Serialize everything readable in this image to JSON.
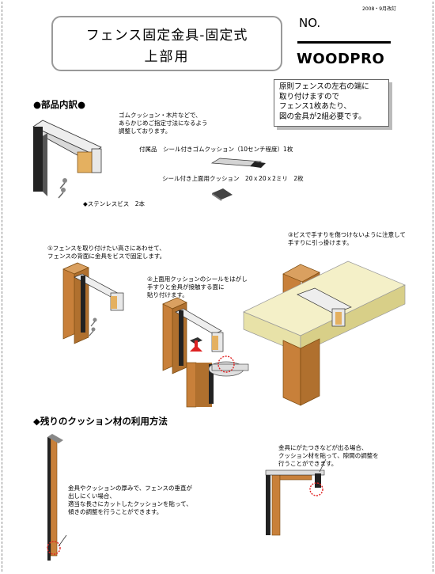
{
  "header": {
    "date": "2008・9月改訂",
    "title_line1": "フェンス固定金具-固定式",
    "title_line2": "上部用",
    "no_label": "NO.",
    "brand": "WOODPRO"
  },
  "note": {
    "lines": [
      "原則フェンスの左右の端に",
      "取り付けますので",
      "フェンス1枚あたり、",
      "図の金具が2組必要です。"
    ]
  },
  "parts": {
    "heading": "●部品内訳●",
    "rubber_note": "ゴムクッション・木片などで、\nあらかじめご指定寸法になるよう\n調整しております。",
    "accessory": "付属品　シール付きゴムクッション（10センチ程度）1枚",
    "upper_cushion": "シール付き上面用クッション　20ｘ20ｘ2ミリ　2枚",
    "screws": "◆ステンレスビス　2本"
  },
  "steps": {
    "step1": "①フェンスを取り付けたい高さにあわせて、\nフェンスの背面に金具をビスで固定します。",
    "step2": "②上面用クッションのシールをはがし\n手すりと金具が接触する面に\n貼り付けます。",
    "step3": "③ビスで手すりを傷つけないように注意して\n手すりに引っ掛けます。"
  },
  "cushion": {
    "heading": "◆残りのクッション材の利用方法",
    "left_text": "金具やクッションの厚みで、フェンスの垂直が\n出しにくい場合、\n適当な長さにカットしたクッションを貼って、\n傾きの調整を行うことができます。",
    "right_text": "金具にがたつきなどが出る場合、\nクッション材を貼って、隙間の調整を\n行うことができます。"
  },
  "colors": {
    "wood": "#c8803a",
    "wood_dark": "#9a5a22",
    "metal": "#e8e8e8",
    "rail": "#f2efc4",
    "highlight": "#e02020"
  }
}
